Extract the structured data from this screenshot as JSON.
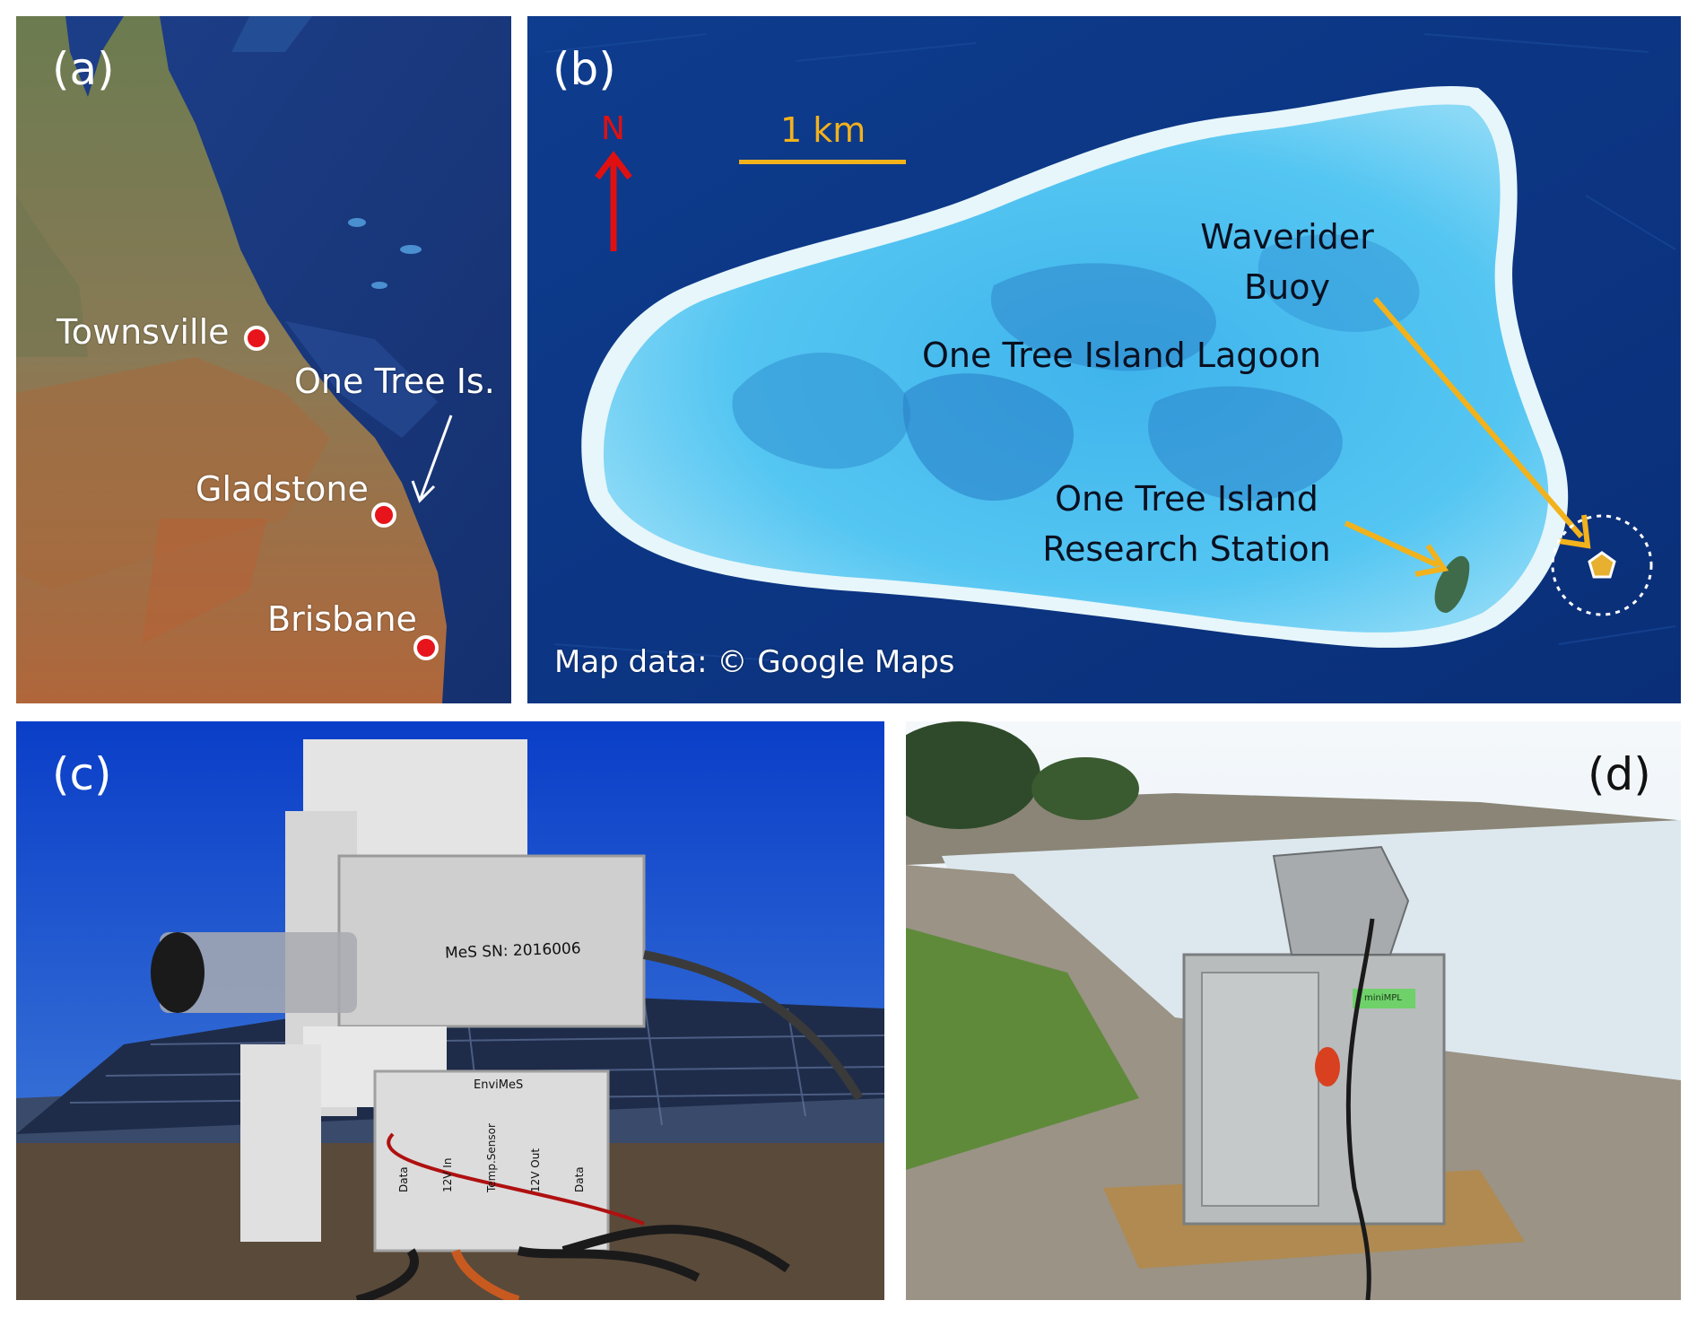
{
  "panels": {
    "a": {
      "label": "(a)",
      "places": {
        "townsville": "Townsville",
        "one_tree": "One Tree Is.",
        "gladstone": "Gladstone",
        "brisbane": "Brisbane"
      }
    },
    "b": {
      "label": "(b)",
      "north": "N",
      "scale": "1 km",
      "lagoon": "One Tree Island Lagoon",
      "buoy_line1": "Waverider",
      "buoy_line2": "Buoy",
      "station_line1": "One Tree Island",
      "station_line2": "Research Station",
      "credit": "Map data: © Google Maps"
    },
    "c": {
      "label": "(c)",
      "serial": "MeS SN: 2016006",
      "brand": "EnviMeS",
      "ports": [
        "Data",
        "12V In",
        "Temp.Sensor",
        "12V Out",
        "Data"
      ]
    },
    "d": {
      "label": "(d)",
      "sticker": "miniMPL"
    }
  },
  "colors": {
    "dot": "#e8141c",
    "arrow_yellow": "#f2b21c",
    "north_red": "#e01010",
    "ocean": "#0d3a8a",
    "lagoon": "#4fc3f0"
  }
}
